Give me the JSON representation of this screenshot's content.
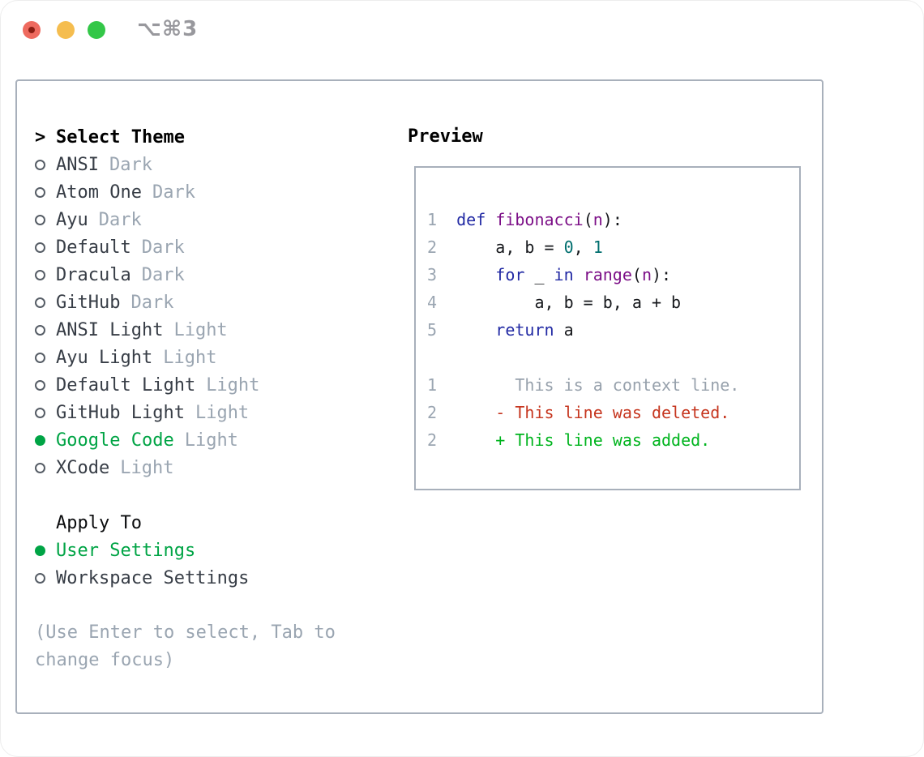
{
  "window": {
    "shortcut": "⌥⌘3",
    "traffic_lights": [
      "close",
      "minimize",
      "maximize"
    ]
  },
  "theme_selector": {
    "prompt": ">",
    "header": "Select Theme",
    "themes": [
      {
        "name": "ANSI",
        "variant": "Dark",
        "selected": false
      },
      {
        "name": "Atom One",
        "variant": "Dark",
        "selected": false
      },
      {
        "name": "Ayu",
        "variant": "Dark",
        "selected": false
      },
      {
        "name": "Default",
        "variant": "Dark",
        "selected": false
      },
      {
        "name": "Dracula",
        "variant": "Dark",
        "selected": false
      },
      {
        "name": "GitHub",
        "variant": "Dark",
        "selected": false
      },
      {
        "name": "ANSI Light",
        "variant": "Light",
        "selected": false
      },
      {
        "name": "Ayu Light",
        "variant": "Light",
        "selected": false
      },
      {
        "name": "Default Light",
        "variant": "Light",
        "selected": false
      },
      {
        "name": "GitHub Light",
        "variant": "Light",
        "selected": false
      },
      {
        "name": "Google Code",
        "variant": "Light",
        "selected": true
      },
      {
        "name": "XCode",
        "variant": "Light",
        "selected": false
      }
    ],
    "apply_to": {
      "header": "Apply To",
      "options": [
        {
          "label": "User Settings",
          "selected": true
        },
        {
          "label": "Workspace Settings",
          "selected": false
        }
      ]
    },
    "hint": "(Use Enter to select, Tab to\nchange focus)"
  },
  "preview": {
    "header": "Preview",
    "code_lines": [
      {
        "tokens": [
          [
            "num",
            "1"
          ],
          [
            "pln",
            "  "
          ],
          [
            "kwd",
            "def"
          ],
          [
            "pln",
            " "
          ],
          [
            "typ",
            "fibonacci"
          ],
          [
            "pln",
            "("
          ],
          [
            "typ",
            "n"
          ],
          [
            "pln",
            "):"
          ]
        ]
      },
      {
        "tokens": [
          [
            "num",
            "2"
          ],
          [
            "pln",
            "      a, b = "
          ],
          [
            "lit",
            "0"
          ],
          [
            "pln",
            ", "
          ],
          [
            "lit",
            "1"
          ]
        ]
      },
      {
        "tokens": [
          [
            "num",
            "3"
          ],
          [
            "pln",
            "      "
          ],
          [
            "kwd",
            "for"
          ],
          [
            "pln",
            " _ "
          ],
          [
            "kwd",
            "in"
          ],
          [
            "pln",
            " "
          ],
          [
            "typ",
            "range"
          ],
          [
            "pln",
            "("
          ],
          [
            "typ",
            "n"
          ],
          [
            "pln",
            "):"
          ]
        ]
      },
      {
        "tokens": [
          [
            "num",
            "4"
          ],
          [
            "pln",
            "          a, b = b, a + b"
          ]
        ]
      },
      {
        "tokens": [
          [
            "num",
            "5"
          ],
          [
            "pln",
            "      "
          ],
          [
            "kwd",
            "return"
          ],
          [
            "pln",
            " a"
          ]
        ]
      },
      {
        "tokens": []
      },
      {
        "tokens": [
          [
            "num",
            "1"
          ],
          [
            "ctx",
            "        This is a context line."
          ]
        ]
      },
      {
        "tokens": [
          [
            "num",
            "2"
          ],
          [
            "del",
            "      - This line was deleted."
          ]
        ]
      },
      {
        "tokens": [
          [
            "num",
            "2"
          ],
          [
            "add",
            "      + This line was added."
          ]
        ]
      }
    ]
  },
  "colors": {
    "selection_green": "#00a445",
    "added_green": "#00b41e",
    "deleted_red": "#c6361f",
    "keyword_blue": "#222aa4",
    "type_purple": "#7c0f87",
    "literal_teal": "#006e6e",
    "muted_gray": "#9aa5b1",
    "border_gray": "#a8b0bb"
  }
}
